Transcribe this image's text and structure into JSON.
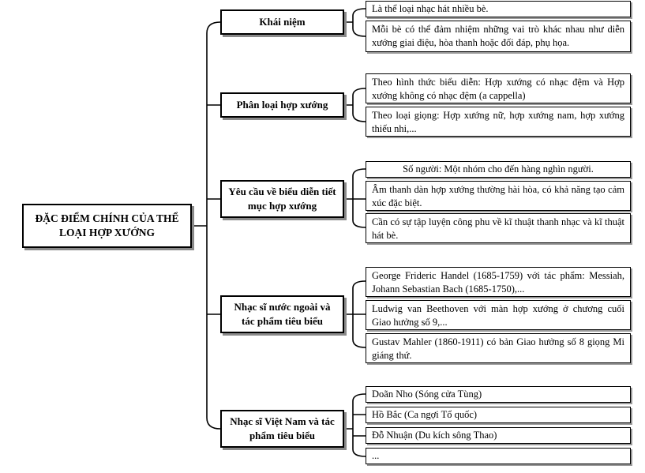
{
  "root": {
    "title": "ĐẶC ĐIỂM CHÍNH CỦA THỂ LOẠI HỢP XƯỚNG"
  },
  "branches": [
    {
      "label": "Khái niệm",
      "items": [
        "Là thể loại nhạc hát nhiều bè.",
        "Mỗi bè có thể đảm nhiệm những vai trò khác nhau như diễn xướng giai điệu, hòa thanh hoặc đối đáp, phụ họa."
      ]
    },
    {
      "label": "Phân loại hợp xướng",
      "items": [
        "Theo hình thức biểu diễn: Hợp xướng có nhạc đệm và Hợp xướng không có nhạc đệm (a cappella)",
        "Theo loại giọng: Hợp xướng nữ, hợp xướng nam, hợp xướng thiếu nhi,..."
      ]
    },
    {
      "label": "Yêu cầu về biểu diễn tiết mục hợp xướng",
      "items": [
        "Số người: Một nhóm cho đến hàng nghìn người.",
        "Âm thanh dàn hợp xướng thường hài hòa, có khả năng tạo cảm xúc đặc biệt.",
        "Cần có sự tập luyện công phu về kĩ thuật thanh nhạc và kĩ thuật hát bè."
      ]
    },
    {
      "label": "Nhạc sĩ nước ngoài và tác phẩm tiêu biểu",
      "items": [
        "George Frideric Handel (1685-1759) với tác phẩm: Messiah, Johann Sebastian Bach (1685-1750),...",
        "Ludwig van Beethoven với màn hợp xướng ở chương cuối Giao hưởng số 9,...",
        "Gustav Mahler (1860-1911) có bản Giao hưởng số 8 giọng Mi giáng thứ."
      ]
    },
    {
      "label": "Nhạc sĩ Việt Nam và tác phẩm tiêu biểu",
      "items": [
        "Doãn Nho (Sóng cửa Tùng)",
        "Hồ Bắc (Ca ngợi Tổ quốc)",
        "Đỗ Nhuận (Du kích sông Thao)",
        "..."
      ]
    }
  ]
}
